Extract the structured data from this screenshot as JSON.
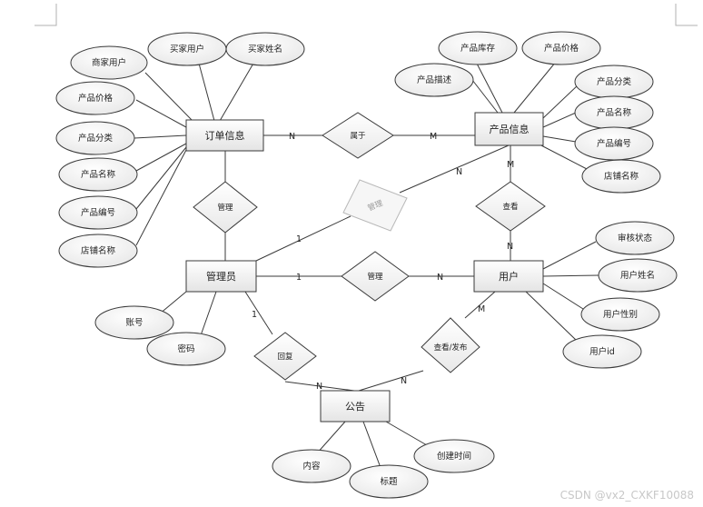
{
  "entities": [
    {
      "id": "order",
      "label": "订单信息"
    },
    {
      "id": "product",
      "label": "产品信息"
    },
    {
      "id": "admin",
      "label": "管理员"
    },
    {
      "id": "user",
      "label": "用户"
    },
    {
      "id": "notice",
      "label": "公告"
    }
  ],
  "attributes": [
    {
      "id": "order-merchant-user",
      "label": "商家用户",
      "of": "order"
    },
    {
      "id": "order-buyer-user",
      "label": "买家用户",
      "of": "order"
    },
    {
      "id": "order-buyer-name",
      "label": "买家姓名",
      "of": "order"
    },
    {
      "id": "order-price",
      "label": "产品价格",
      "of": "order"
    },
    {
      "id": "order-category",
      "label": "产品分类",
      "of": "order"
    },
    {
      "id": "order-product-name",
      "label": "产品名称",
      "of": "order"
    },
    {
      "id": "order-product-code",
      "label": "产品编号",
      "of": "order"
    },
    {
      "id": "order-shop-name",
      "label": "店铺名称",
      "of": "order"
    },
    {
      "id": "product-stock",
      "label": "产品库存",
      "of": "product"
    },
    {
      "id": "product-price",
      "label": "产品价格",
      "of": "product"
    },
    {
      "id": "product-desc",
      "label": "产品描述",
      "of": "product"
    },
    {
      "id": "product-category",
      "label": "产品分类",
      "of": "product"
    },
    {
      "id": "product-name",
      "label": "产品名称",
      "of": "product"
    },
    {
      "id": "product-code",
      "label": "产品编号",
      "of": "product"
    },
    {
      "id": "product-shop-name",
      "label": "店铺名称",
      "of": "product"
    },
    {
      "id": "user-audit-status",
      "label": "审核状态",
      "of": "user"
    },
    {
      "id": "user-name",
      "label": "用户姓名",
      "of": "user"
    },
    {
      "id": "user-gender",
      "label": "用户性别",
      "of": "user"
    },
    {
      "id": "user-id",
      "label": "用户id",
      "of": "user"
    },
    {
      "id": "admin-account",
      "label": "账号",
      "of": "admin"
    },
    {
      "id": "admin-password",
      "label": "密码",
      "of": "admin"
    },
    {
      "id": "notice-content",
      "label": "内容",
      "of": "notice"
    },
    {
      "id": "notice-title",
      "label": "标题",
      "of": "notice"
    },
    {
      "id": "notice-created",
      "label": "创建时间",
      "of": "notice"
    }
  ],
  "relationships": [
    {
      "id": "rel-belongs",
      "label": "属于",
      "between": [
        "order",
        "product"
      ],
      "cardinalities": [
        "N",
        "M"
      ],
      "faded": false
    },
    {
      "id": "rel-order-manage",
      "label": "管理",
      "between": [
        "order",
        "admin"
      ],
      "cardinalities": [
        "",
        ""
      ],
      "faded": false
    },
    {
      "id": "rel-product-manage",
      "label": "管理",
      "between": [
        "admin",
        "product"
      ],
      "cardinalities": [
        "1",
        "N"
      ],
      "faded": true
    },
    {
      "id": "rel-view",
      "label": "查看",
      "between": [
        "product",
        "user"
      ],
      "cardinalities": [
        "M",
        "N"
      ],
      "faded": false
    },
    {
      "id": "rel-user-manage",
      "label": "管理",
      "between": [
        "admin",
        "user"
      ],
      "cardinalities": [
        "1",
        "N"
      ],
      "faded": false
    },
    {
      "id": "rel-reply",
      "label": "回复",
      "between": [
        "admin",
        "notice"
      ],
      "cardinalities": [
        "1",
        "N"
      ],
      "faded": false
    },
    {
      "id": "rel-view-post",
      "label": "查看/发布",
      "between": [
        "user",
        "notice"
      ],
      "cardinalities": [
        "M",
        "N"
      ],
      "faded": false
    }
  ],
  "watermark": "CSDN @vx2_CXKF10088"
}
